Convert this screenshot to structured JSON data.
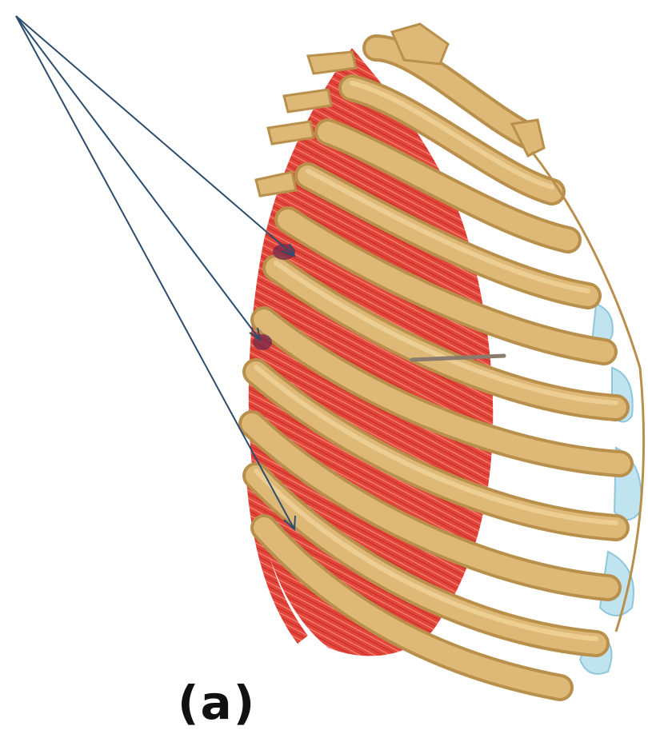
{
  "figure": {
    "subject": "rib-cage-lateral-view-intercostal-muscles",
    "panel_label": "(a)",
    "colors": {
      "rib": "#deb876",
      "rib_shadow": "#b98f4c",
      "muscle": "#e2453a",
      "muscle_fiber": "#ff8a7a",
      "cartilage": "#bfe3ef",
      "pointer_line": "#2c4d6e",
      "background": "#ffffff"
    },
    "pointer_count": 3
  }
}
